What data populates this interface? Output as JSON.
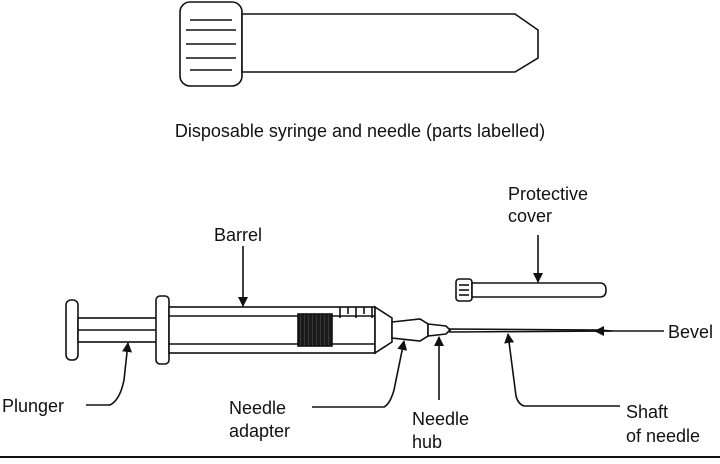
{
  "caption": "Disposable syringe and needle (parts labelled)",
  "labels": {
    "protective_cover_1": "Protective",
    "protective_cover_2": "cover",
    "barrel": "Barrel",
    "bevel": "Bevel",
    "plunger": "Plunger",
    "needle_adapter_1": "Needle",
    "needle_adapter_2": "adapter",
    "needle_hub_1": "Needle",
    "needle_hub_2": "hub",
    "shaft_1": "Shaft",
    "shaft_2": "of needle"
  }
}
